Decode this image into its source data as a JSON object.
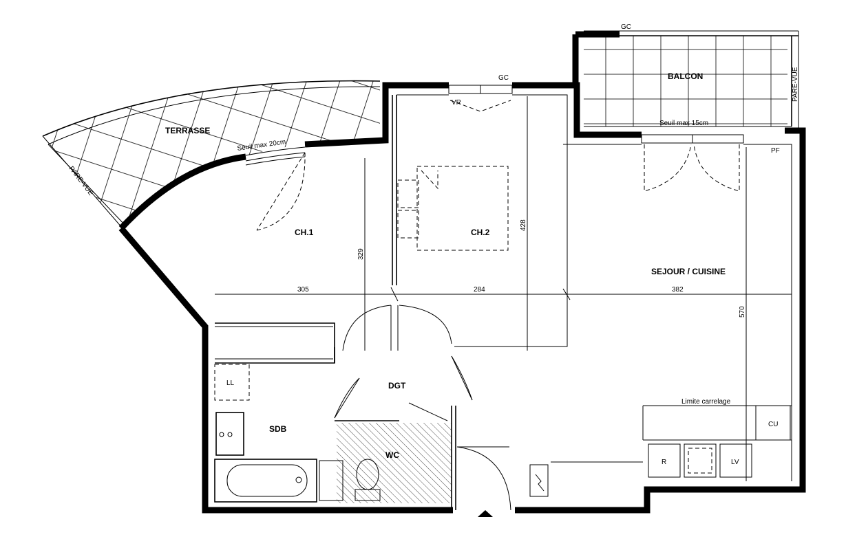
{
  "rooms": {
    "terrasse": "TERRASSE",
    "balcon": "BALCON",
    "ch1": "CH.1",
    "ch2": "CH.2",
    "sejour": "SEJOUR / CUISINE",
    "dgt": "DGT",
    "sdb": "SDB",
    "wc": "WC"
  },
  "notes": {
    "gc_top": "GC",
    "gc_mid": "GC",
    "vr": "VR",
    "pf": "PF",
    "pare_vue_left": "PARE-VUE",
    "pare_vue_right": "PARE-VUE",
    "seuil_terrasse": "Seuil max 20cm",
    "seuil_balcon": "Seuil max 15cm",
    "limite_carrelage": "Limite carrelage",
    "ll": "LL",
    "cu": "CU",
    "r": "R",
    "lv": "LV"
  },
  "dimensions": {
    "w_ch1": "305",
    "w_ch2": "284",
    "w_sejour": "382",
    "h_ch1": "329",
    "h_ch2": "428",
    "h_sejour": "570"
  }
}
